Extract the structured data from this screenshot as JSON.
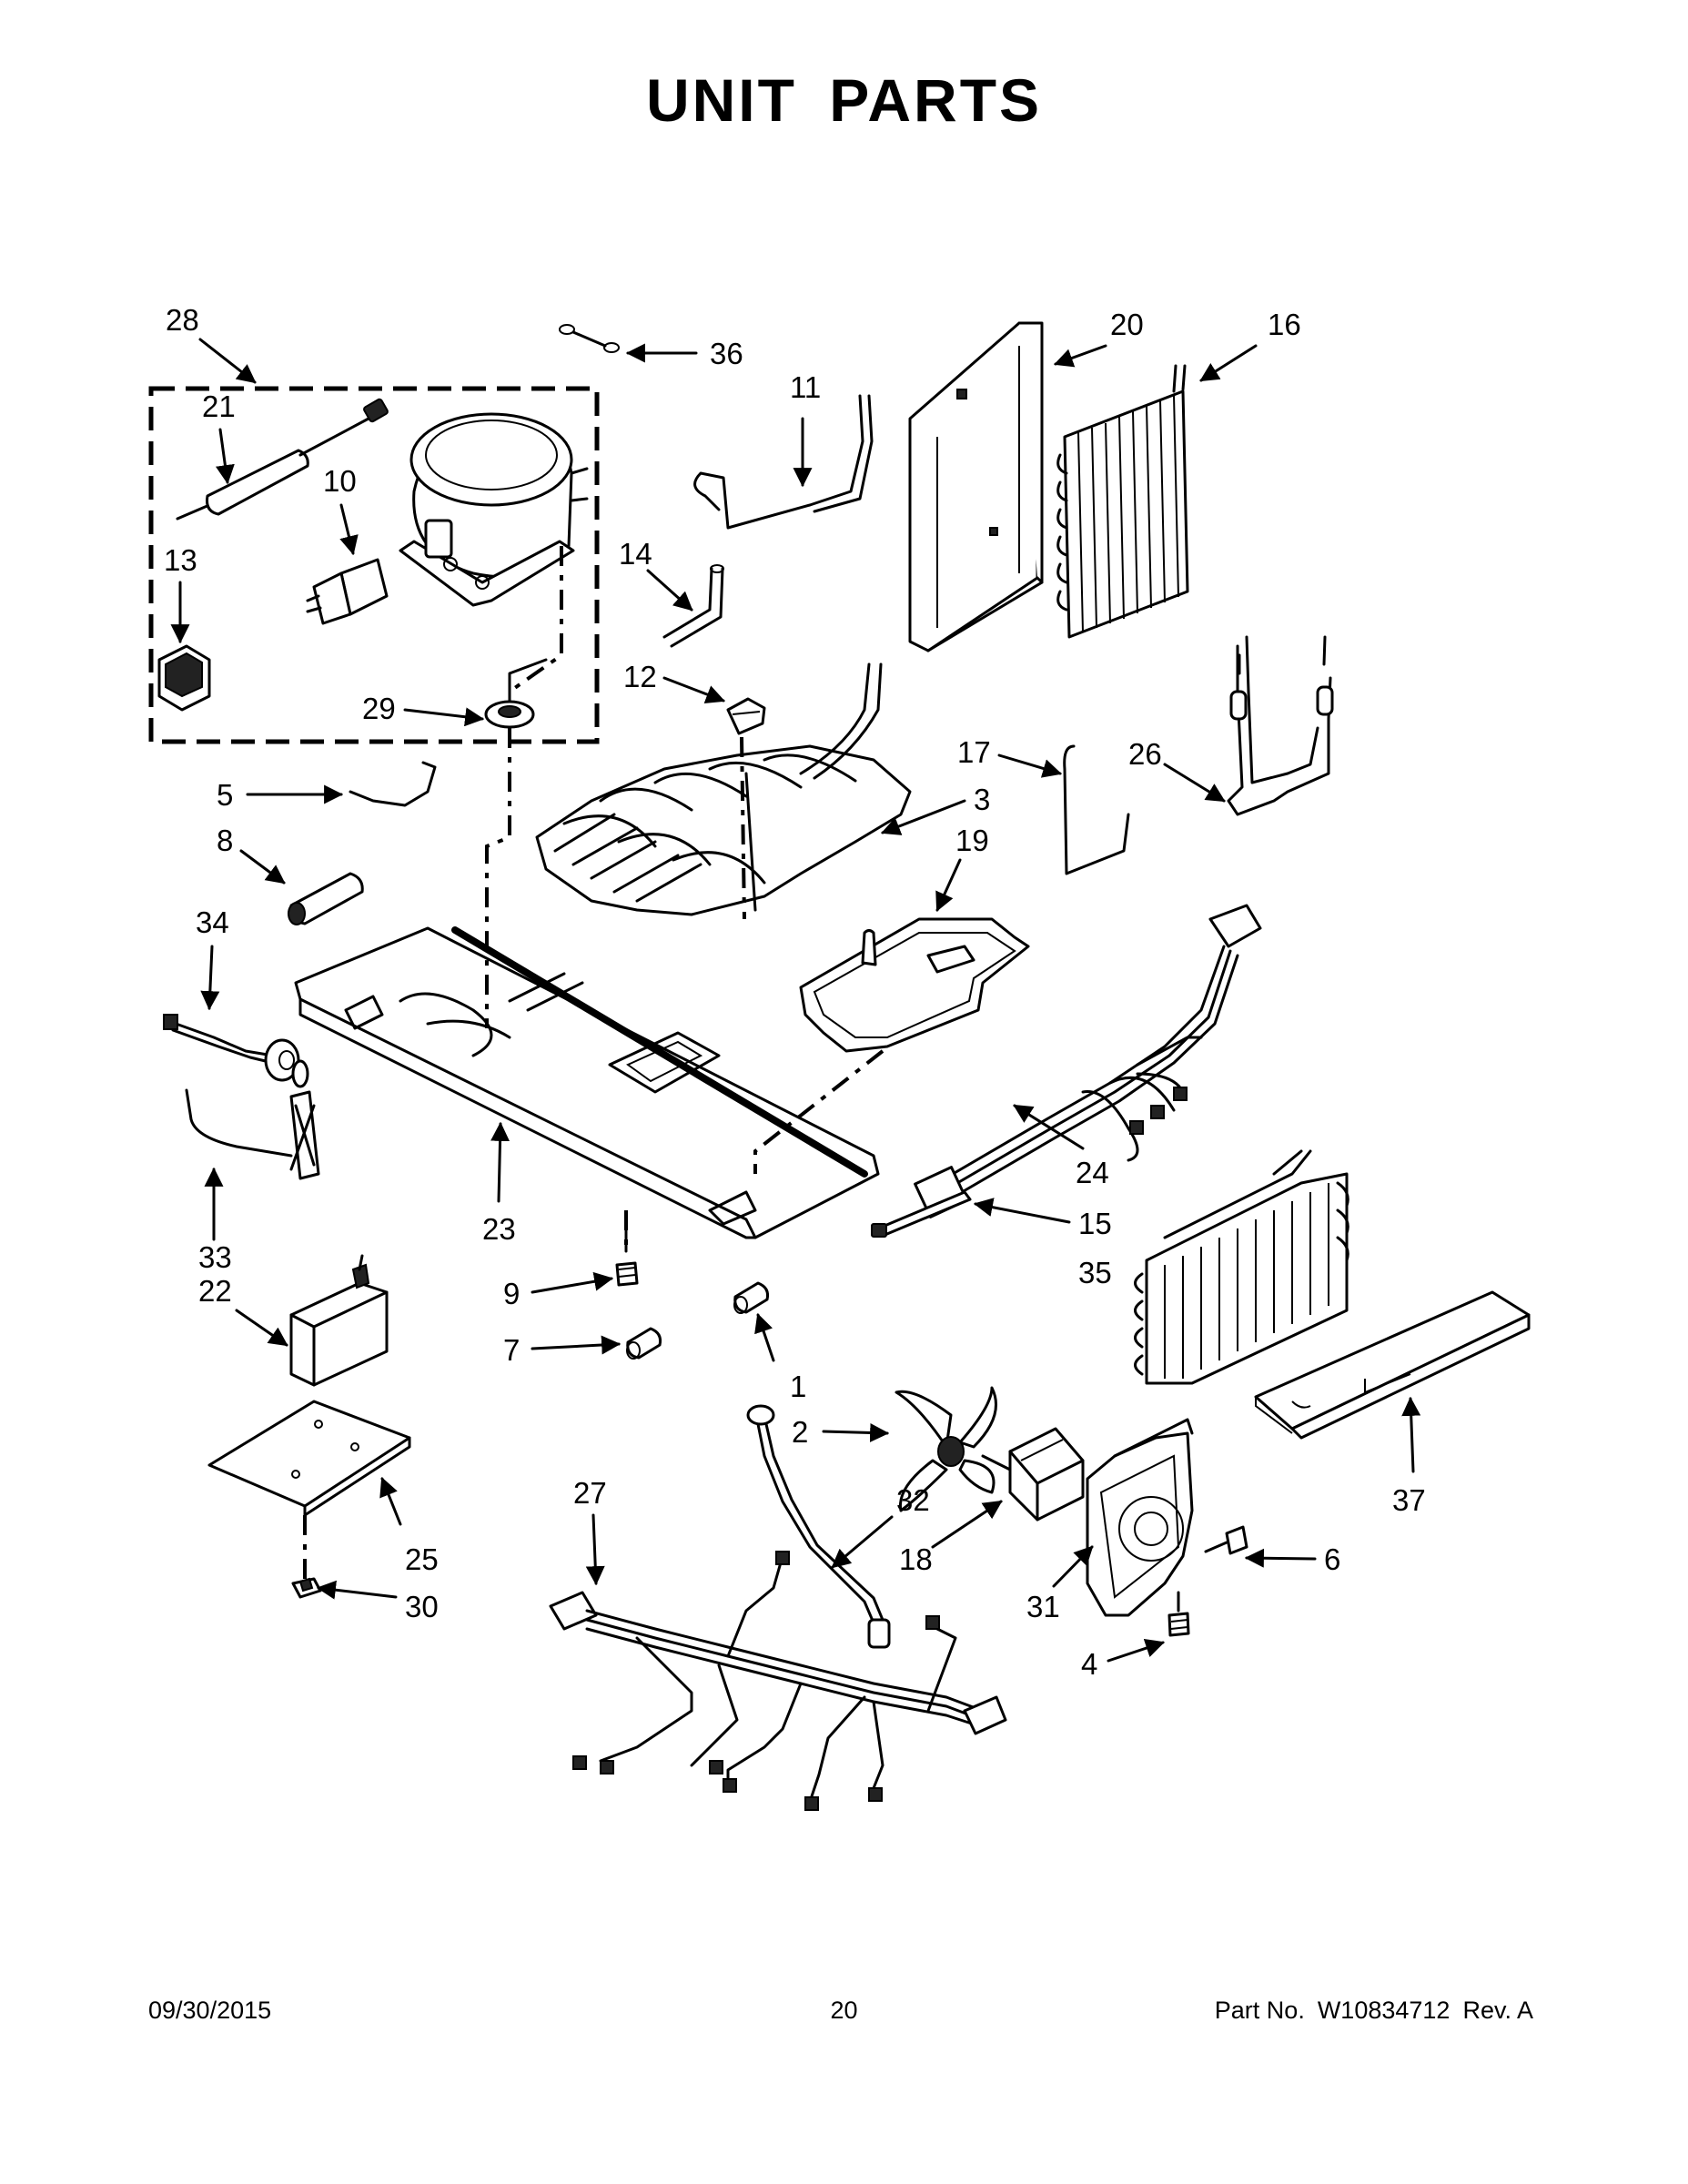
{
  "title": "UNIT PARTS",
  "footer": {
    "date": "09/30/2015",
    "page": "20",
    "part_label": "Part No.",
    "part_number": "W10834712",
    "revision": "Rev. A"
  },
  "callouts": [
    {
      "id": "c28",
      "text": "28"
    },
    {
      "id": "c36",
      "text": "36"
    },
    {
      "id": "c11",
      "text": "11"
    },
    {
      "id": "c20",
      "text": "20"
    },
    {
      "id": "c16",
      "text": "16"
    },
    {
      "id": "c21",
      "text": "21"
    },
    {
      "id": "c10",
      "text": "10"
    },
    {
      "id": "c13",
      "text": "13"
    },
    {
      "id": "c14",
      "text": "14"
    },
    {
      "id": "c12",
      "text": "12"
    },
    {
      "id": "c29",
      "text": "29"
    },
    {
      "id": "c17",
      "text": "17"
    },
    {
      "id": "c26",
      "text": "26"
    },
    {
      "id": "c5",
      "text": "5"
    },
    {
      "id": "c3",
      "text": "3"
    },
    {
      "id": "c8",
      "text": "8"
    },
    {
      "id": "c19",
      "text": "19"
    },
    {
      "id": "c34",
      "text": "34"
    },
    {
      "id": "c24",
      "text": "24"
    },
    {
      "id": "c23",
      "text": "23"
    },
    {
      "id": "c15",
      "text": "15"
    },
    {
      "id": "c33",
      "text": "33"
    },
    {
      "id": "c35",
      "text": "35"
    },
    {
      "id": "c22",
      "text": "22"
    },
    {
      "id": "c9",
      "text": "9"
    },
    {
      "id": "c7",
      "text": "7"
    },
    {
      "id": "c1",
      "text": "1"
    },
    {
      "id": "c2",
      "text": "2"
    },
    {
      "id": "c37",
      "text": "37"
    },
    {
      "id": "c27",
      "text": "27"
    },
    {
      "id": "c32",
      "text": "32"
    },
    {
      "id": "c25",
      "text": "25"
    },
    {
      "id": "c18",
      "text": "18"
    },
    {
      "id": "c6",
      "text": "6"
    },
    {
      "id": "c30",
      "text": "30"
    },
    {
      "id": "c31",
      "text": "31"
    },
    {
      "id": "c4",
      "text": "4"
    }
  ]
}
